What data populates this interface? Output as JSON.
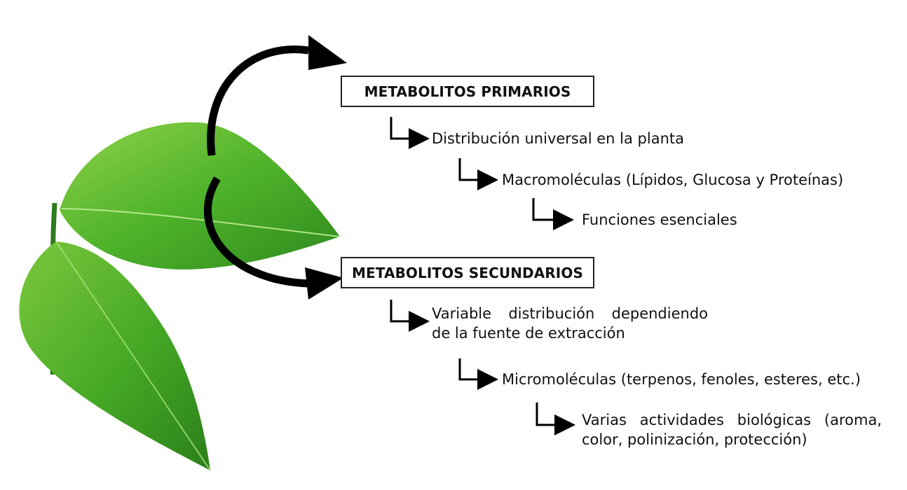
{
  "colors": {
    "leaf_dark": "#2f8a1e",
    "leaf_mid": "#4fb32a",
    "leaf_light": "#8fd24a",
    "arrow": "#000000",
    "box_border": "#222222"
  },
  "primary": {
    "title": "METABOLITOS PRIMARIOS",
    "levels": [
      {
        "text": "Distribución universal en la planta"
      },
      {
        "text": "Macromoléculas (Lípidos, Glucosa y Proteínas)"
      },
      {
        "text": "Funciones esenciales"
      }
    ]
  },
  "secondary": {
    "title": "METABOLITOS SECUNDARIOS",
    "levels": [
      {
        "line1": "Variable distribución dependiendo",
        "line2": "de la fuente de extracción"
      },
      {
        "text": "Micromoléculas (terpenos, fenoles, esteres, etc.)"
      },
      {
        "line1": "Varias actividades biológicas (aroma,",
        "line2": "color, polinización, protección)"
      }
    ]
  }
}
